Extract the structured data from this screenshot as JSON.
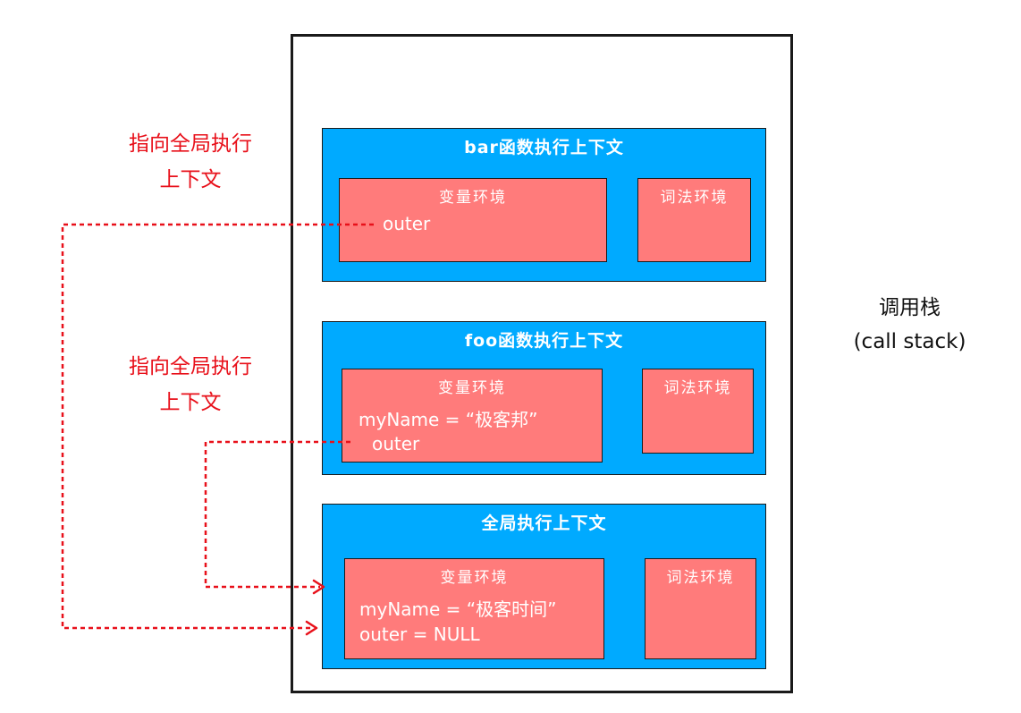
{
  "call_stack": {
    "label_line1": "调用栈",
    "label_line2": "(call stack)"
  },
  "contexts": {
    "bar": {
      "title": "bar函数执行上下文",
      "variable_env": {
        "title": "变量环境",
        "vars": [
          "outer"
        ]
      },
      "lexical_env": {
        "title": "词法环境"
      }
    },
    "foo": {
      "title": "foo函数执行上下文",
      "variable_env": {
        "title": "变量环境",
        "vars": [
          "myName = “极客邦”",
          "outer"
        ]
      },
      "lexical_env": {
        "title": "词法环境"
      }
    },
    "global": {
      "title": "全局执行上下文",
      "variable_env": {
        "title": "变量环境",
        "vars": [
          "myName = “极客时间”",
          "outer = NULL"
        ]
      },
      "lexical_env": {
        "title": "词法环境"
      }
    }
  },
  "annotations": {
    "bar_outer": {
      "line1": "指向全局执行",
      "line2": "上下文"
    },
    "foo_outer": {
      "line1": "指向全局执行",
      "line2": "上下文"
    }
  },
  "colors": {
    "context_bg": "#00aaff",
    "env_bg": "#ff7b7b",
    "arrow": "#e8101a",
    "annotation": "#e8101a"
  }
}
